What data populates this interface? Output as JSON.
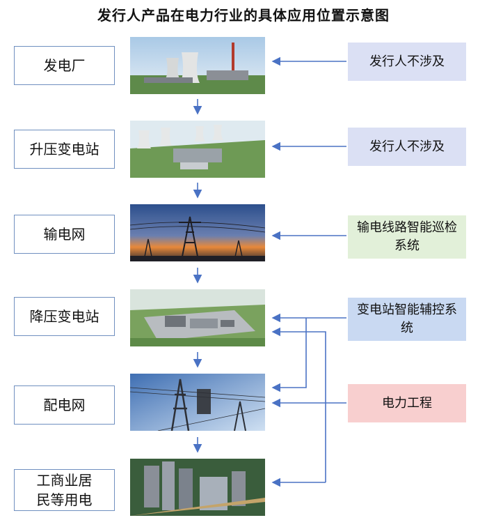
{
  "title": "发行人产品在电力行业的具体应用位置示意图",
  "stages": [
    {
      "label": "发电厂",
      "photo": "power-plant"
    },
    {
      "label": "升压变电站",
      "photo": "step-up-substation"
    },
    {
      "label": "输电网",
      "photo": "transmission-grid"
    },
    {
      "label": "降压变电站",
      "photo": "step-down-substation"
    },
    {
      "label": "配电网",
      "photo": "distribution-grid"
    },
    {
      "label": "工商业居民等用电",
      "photo": "city-consumption"
    }
  ],
  "tags": [
    {
      "label": "发行人不涉及",
      "color": "#dbe0f4"
    },
    {
      "label": "发行人不涉及",
      "color": "#dbe0f4"
    },
    {
      "label": "输电线路智能巡检系统",
      "color": "#e2f0d9"
    },
    {
      "label": "变电站智能辅控系统",
      "color": "#c9d9f2"
    },
    {
      "label": "电力工程",
      "color": "#f8cfcf"
    }
  ],
  "colors": {
    "arrow": "#4a72c4",
    "box_border": "#6f8fbf"
  }
}
